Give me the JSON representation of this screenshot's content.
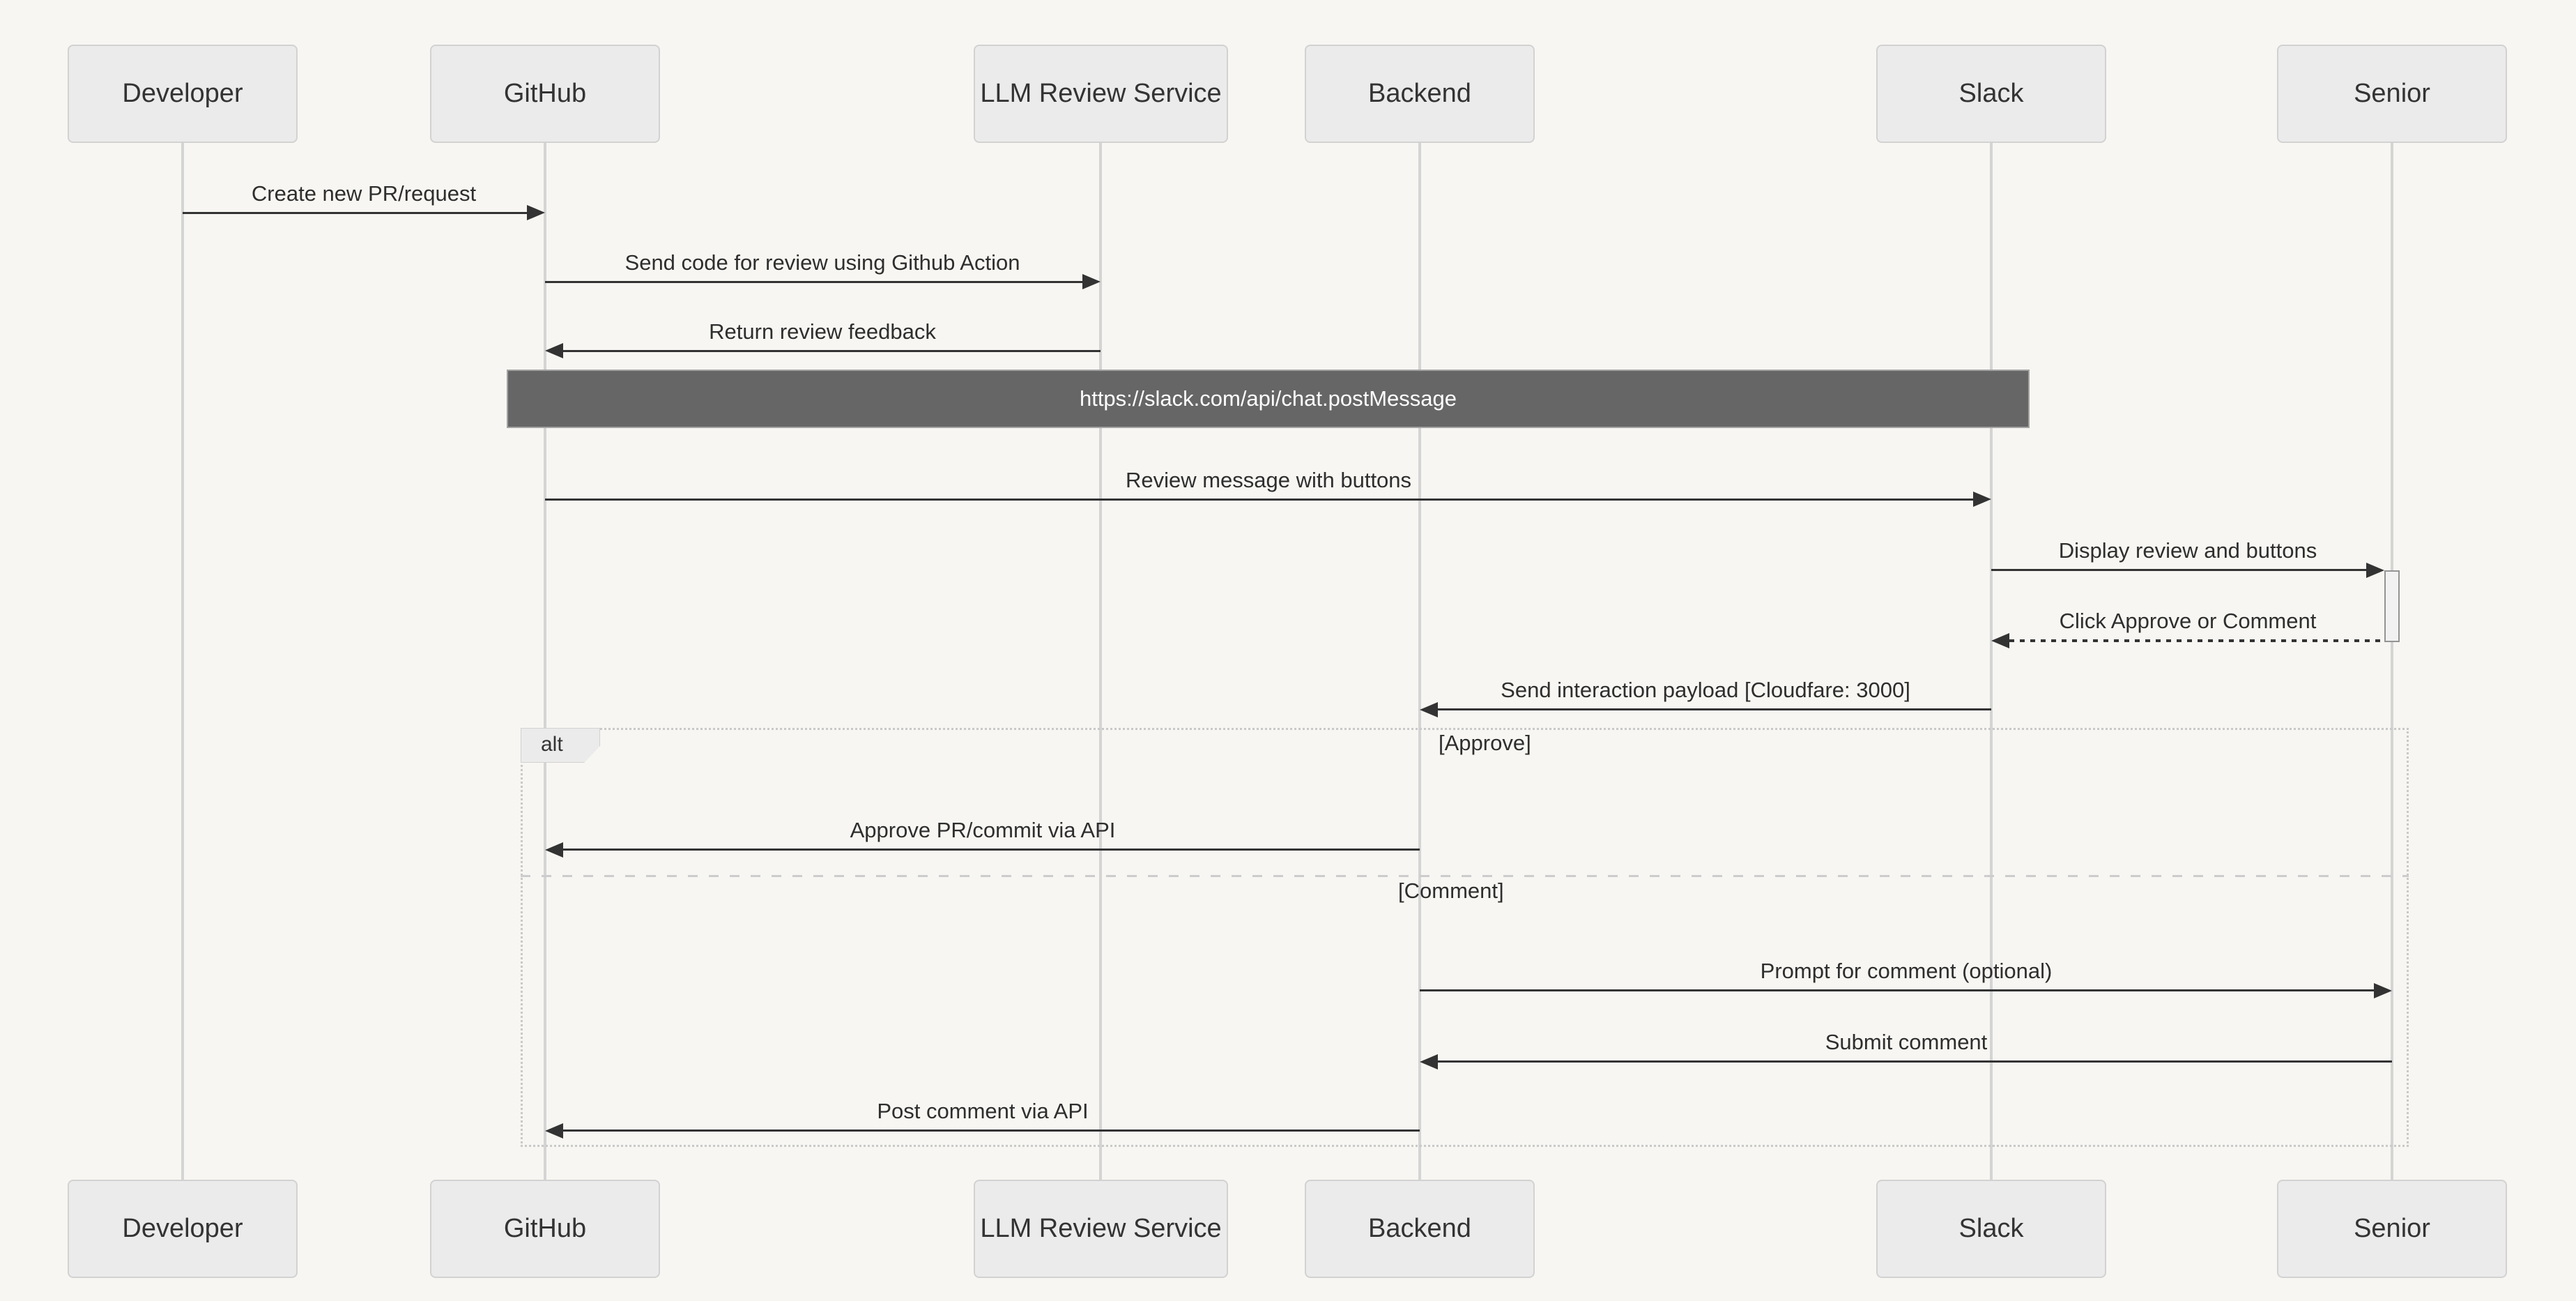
{
  "diagram": {
    "type": "sequence-diagram",
    "actors": [
      {
        "label": "Developer"
      },
      {
        "label": "GitHub"
      },
      {
        "label": "LLM Review Service"
      },
      {
        "label": "Backend"
      },
      {
        "label": "Slack"
      },
      {
        "label": "Senior"
      }
    ],
    "note": {
      "text": "https://slack.com/api/chat.postMessage",
      "over": "GitHub to Slack"
    },
    "messages": [
      {
        "label": "Create new PR/request",
        "from": "Developer",
        "to": "GitHub",
        "style": "solid"
      },
      {
        "label": "Send code for review using Github Action",
        "from": "GitHub",
        "to": "LLM Review Service",
        "style": "solid"
      },
      {
        "label": "Return review feedback",
        "from": "LLM Review Service",
        "to": "GitHub",
        "style": "solid"
      },
      {
        "label": "Review message with buttons",
        "from": "GitHub",
        "to": "Slack",
        "style": "solid"
      },
      {
        "label": "Display review and buttons",
        "from": "Slack",
        "to": "Senior",
        "style": "solid"
      },
      {
        "label": "Click Approve or Comment",
        "from": "Senior",
        "to": "Slack",
        "style": "dotted"
      },
      {
        "label": "Send interaction payload [Cloudfare: 3000]",
        "from": "Slack",
        "to": "Backend",
        "style": "solid"
      },
      {
        "label": "Approve PR/commit via API",
        "from": "Backend",
        "to": "GitHub",
        "style": "solid"
      },
      {
        "label": "Prompt for comment (optional)",
        "from": "Backend",
        "to": "Senior",
        "style": "solid"
      },
      {
        "label": "Submit comment",
        "from": "Senior",
        "to": "Backend",
        "style": "solid"
      },
      {
        "label": "Post comment via API",
        "from": "Backend",
        "to": "GitHub",
        "style": "solid"
      }
    ],
    "alt": {
      "label": "alt",
      "branches": [
        {
          "condition": "[Approve]"
        },
        {
          "condition": "[Comment]"
        }
      ]
    },
    "colors": {
      "background": "#f7f6f2",
      "note_background": "#666666",
      "note_text": "#ffffff",
      "actor_fill": "#ebebeb",
      "actor_border": "#d2d2d2",
      "arrow": "#333333",
      "frame_border": "#c9c9c9"
    }
  }
}
